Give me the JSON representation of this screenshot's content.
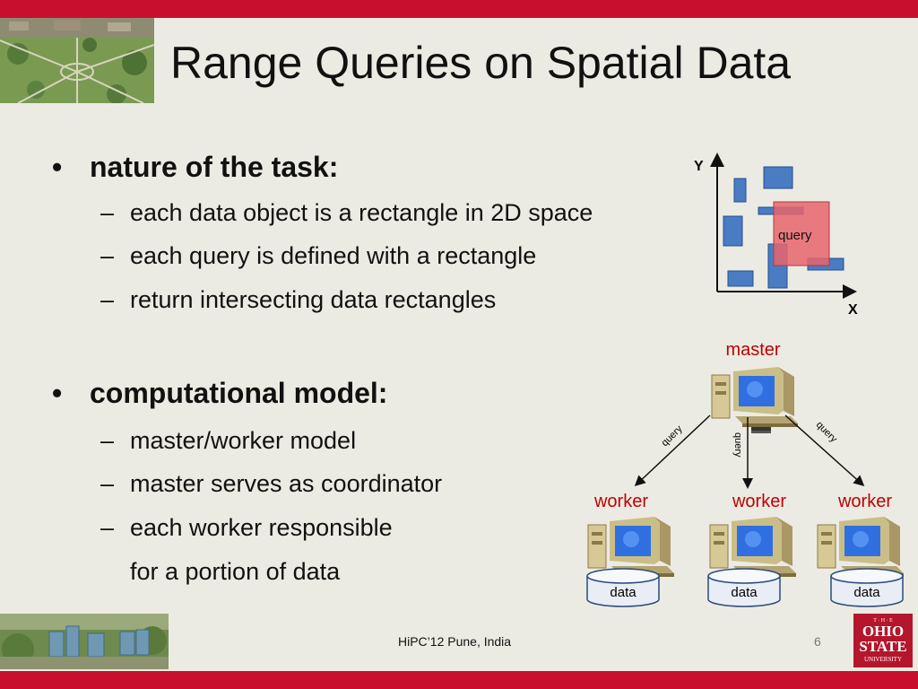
{
  "slide": {
    "title": "Range Queries on Spatial Data",
    "bullets": [
      {
        "symbol": "•",
        "heading": "nature of the task:",
        "items": [
          "each data object is a rectangle in 2D space",
          "each query is defined with a rectangle",
          "return intersecting data rectangles"
        ]
      },
      {
        "symbol": "•",
        "heading": "computational model:",
        "items": [
          "master/worker model",
          "master serves as coordinator",
          "each worker responsible"
        ],
        "continuation": "for a portion of data"
      }
    ],
    "dash": "–"
  },
  "plot": {
    "y_label": "Y",
    "x_label": "X",
    "query_label": "query",
    "colors": {
      "data_rect": "#4a7cc4",
      "query_rect": "#e8656c",
      "axis": "#111111"
    }
  },
  "diagram": {
    "master_label": "master",
    "worker_labels": [
      "worker",
      "worker",
      "worker"
    ],
    "query_labels": [
      "query",
      "query",
      "query"
    ],
    "data_labels": [
      "data",
      "data",
      "data"
    ],
    "colors": {
      "role_text": "#c00000"
    }
  },
  "footer": {
    "text": "HiPC’12 Pune, India",
    "page": "6",
    "logo_lines": [
      "T · H · E",
      "OHIO",
      "STATE",
      "UNIVERSITY"
    ]
  },
  "theme": {
    "accent": "#c8102e",
    "background": "#ecebe3"
  }
}
